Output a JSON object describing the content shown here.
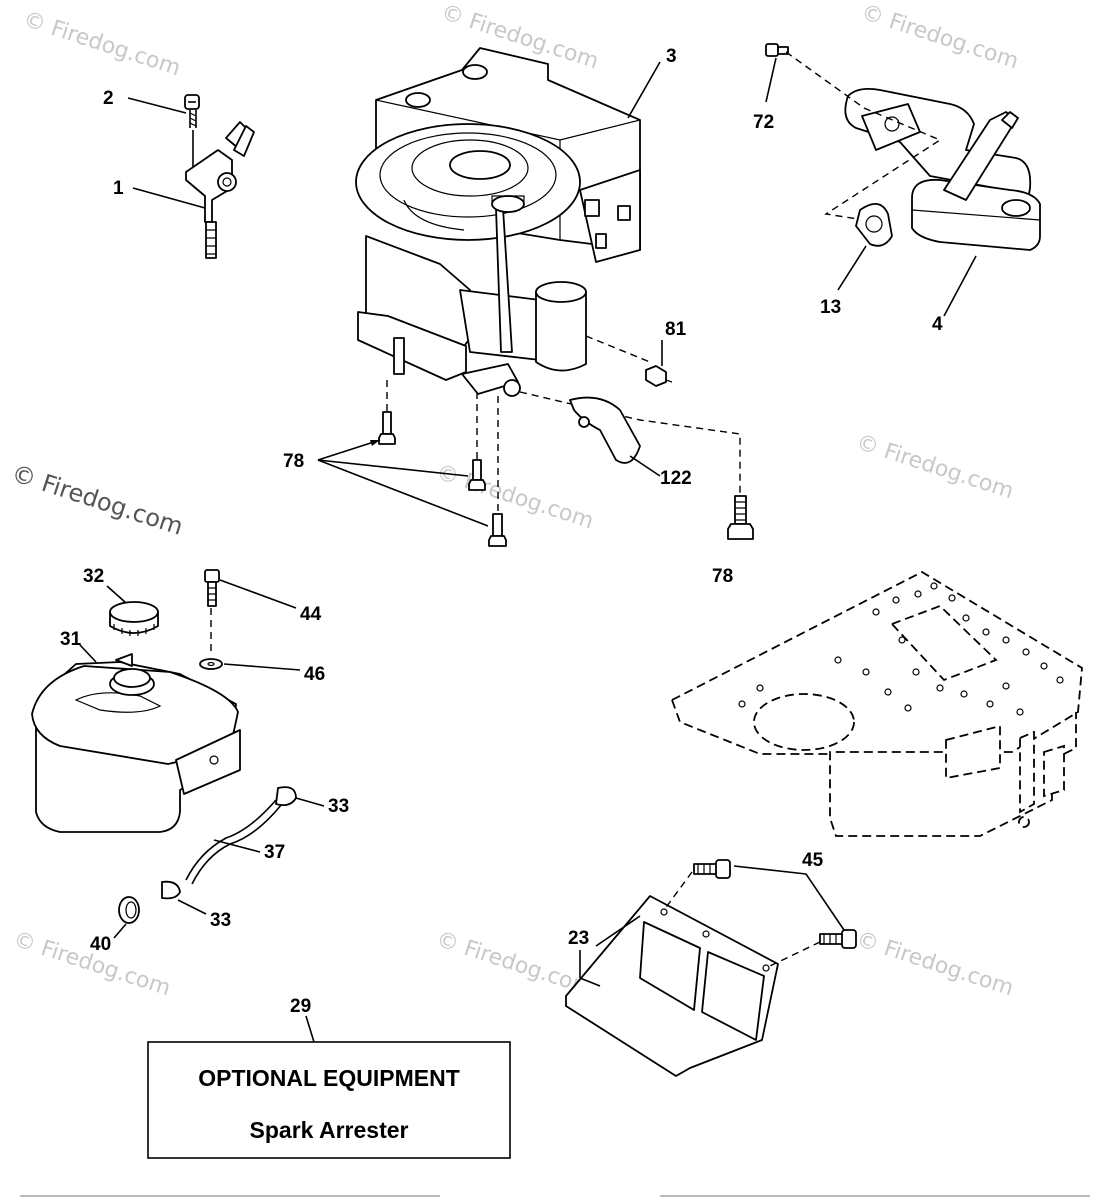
{
  "watermark": "© Firedog.com",
  "callouts": {
    "c1": "1",
    "c2": "2",
    "c3": "3",
    "c4": "4",
    "c13": "13",
    "c72": "72",
    "c81": "81",
    "c78a": "78",
    "c78b": "78",
    "c122": "122",
    "c32": "32",
    "c31": "31",
    "c44": "44",
    "c46": "46",
    "c33a": "33",
    "c33b": "33",
    "c37": "37",
    "c40": "40",
    "c23": "23",
    "c45": "45",
    "c29": "29"
  },
  "optional_box": {
    "title": "OPTIONAL EQUIPMENT",
    "subtitle": "Spark Arrester"
  }
}
